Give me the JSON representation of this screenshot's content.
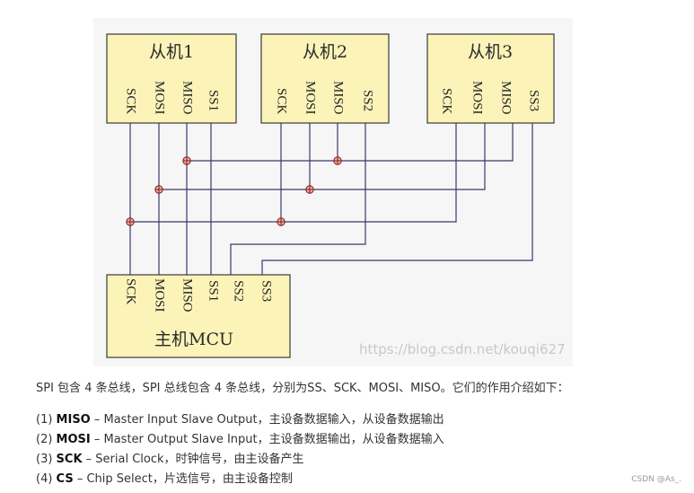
{
  "diagram": {
    "slaves": [
      {
        "title": "从机1",
        "pins": [
          "SCK",
          "MOSI",
          "MISO",
          "SS1"
        ]
      },
      {
        "title": "从机2",
        "pins": [
          "SCK",
          "MOSI",
          "MISO",
          "SS2"
        ]
      },
      {
        "title": "从机3",
        "pins": [
          "SCK",
          "MOSI",
          "MISO",
          "SS3"
        ]
      }
    ],
    "master": {
      "title": "主机MCU",
      "pins": [
        "SCK",
        "MOSI",
        "MISO",
        "SS1",
        "SS2",
        "SS3"
      ]
    },
    "watermark": "https://blog.csdn.net/kouqi627",
    "colors": {
      "box_fill": "#fbf3b8",
      "wire": "#383870",
      "junction": "#8a1a1a"
    }
  },
  "text": {
    "intro": "SPI 包含 4 条总线，SPI 总线包含 4 条总线，分别为SS、SCK、MOSI、MISO。它们的作用介绍如下：",
    "items": [
      {
        "prefix": "(1) ",
        "term": "MISO",
        "desc": " – Master Input Slave Output，主设备数据输入，从设备数据输出"
      },
      {
        "prefix": "(2) ",
        "term": "MOSI",
        "desc": " – Master Output Slave Input，主设备数据输出，从设备数据输入"
      },
      {
        "prefix": "(3) ",
        "term": "SCK",
        "desc": " – Serial Clock，时钟信号，由主设备产生"
      },
      {
        "prefix": "(4) ",
        "term": "CS",
        "desc": " – Chip Select，片选信号，由主设备控制"
      }
    ],
    "footer_tag": "CSDN @As_."
  }
}
